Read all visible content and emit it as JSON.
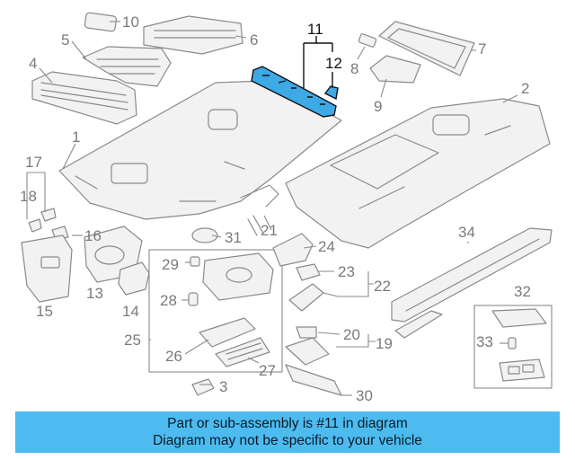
{
  "callouts": {
    "c1": "1",
    "c2": "2",
    "c3": "3",
    "c4": "4",
    "c5": "5",
    "c6": "6",
    "c7": "7",
    "c8": "8",
    "c9": "9",
    "c10": "10",
    "c11": "11",
    "c12": "12",
    "c13": "13",
    "c14": "14",
    "c15": "15",
    "c16": "16",
    "c17": "17",
    "c18": "18",
    "c19": "19",
    "c20": "20",
    "c21": "21",
    "c22": "22",
    "c23": "23",
    "c24": "24",
    "c25": "25",
    "c26": "26",
    "c27": "27",
    "c28": "28",
    "c29": "29",
    "c30": "30",
    "c31": "31",
    "c32": "32",
    "c33": "33",
    "c34": "34"
  },
  "highlight": {
    "color": "#3da9e6",
    "part": "11"
  },
  "banner": {
    "line1": "Part or sub-assembly is #11 in diagram",
    "line2": "Diagram may not be specific to your vehicle",
    "color": "#4dbbf0"
  }
}
